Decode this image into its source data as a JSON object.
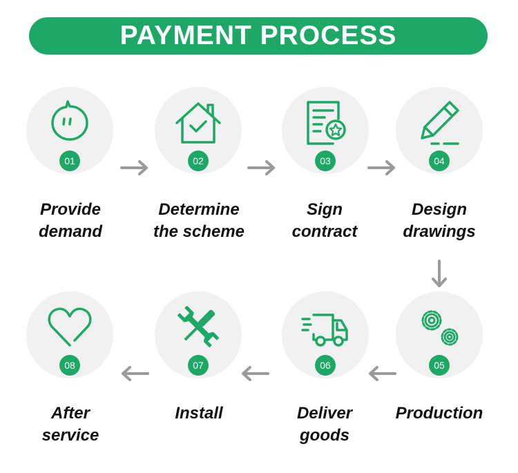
{
  "title": "PAYMENT PROCESS",
  "colors": {
    "accent": "#1ea867",
    "circle_bg": "#f1f1f1",
    "arrow": "#9a9a9a",
    "text": "#111111"
  },
  "steps": [
    {
      "number": "01",
      "line1": "Provide",
      "line2": "demand",
      "icon": "chat-bubble-icon"
    },
    {
      "number": "02",
      "line1": "Determine",
      "line2": "the scheme",
      "icon": "house-check-icon"
    },
    {
      "number": "03",
      "line1": "Sign",
      "line2": "contract",
      "icon": "contract-icon"
    },
    {
      "number": "04",
      "line1": "Design",
      "line2": "drawings",
      "icon": "pencil-icon"
    },
    {
      "number": "05",
      "line1": "Production",
      "line2": "",
      "icon": "gears-icon"
    },
    {
      "number": "06",
      "line1": "Deliver",
      "line2": "goods",
      "icon": "truck-icon"
    },
    {
      "number": "07",
      "line1": "Install",
      "line2": "",
      "icon": "tools-icon"
    },
    {
      "number": "08",
      "line1": "After",
      "line2": "service",
      "icon": "heart-icon"
    }
  ]
}
